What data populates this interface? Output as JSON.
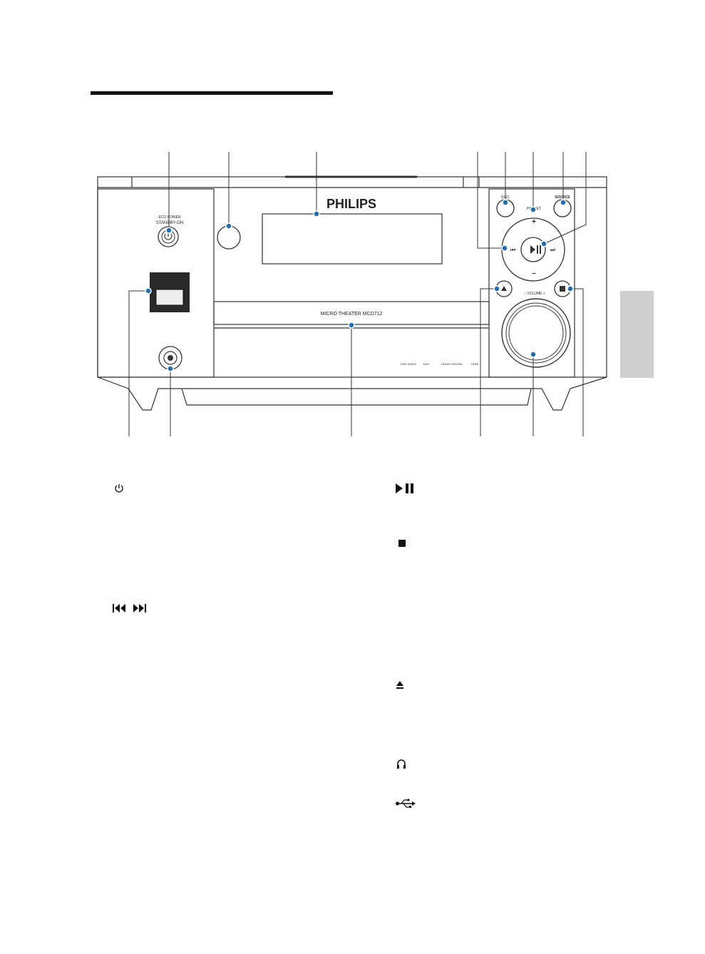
{
  "device": {
    "brand": "PHILIPS",
    "model_label": "MICRO THEATER MCD712",
    "eco_power_label": "ECO POWER",
    "standby_label": "STANDBY-ON",
    "disc_label": "DISC",
    "preset_label": "PRESET",
    "source_label": "SOURCE",
    "volume_label": "– VOLUME +",
    "preset_plus": "+",
    "preset_minus": "–",
    "logos": [
      "DVD VIDEO",
      "DivX",
      "DOLBY DIGITAL",
      "HDMI"
    ]
  },
  "icons": {
    "power": "power-icon",
    "play_pause": "play-pause-icon",
    "prev_next": "prev-next-icon",
    "stop": "stop-icon",
    "eject": "eject-icon",
    "headphones": "headphones-icon",
    "usb": "usb-icon"
  },
  "colors": {
    "callout": "#1a6fb5",
    "side_tab": "#cfcfcf",
    "usb_port": "#2a2a2a"
  }
}
